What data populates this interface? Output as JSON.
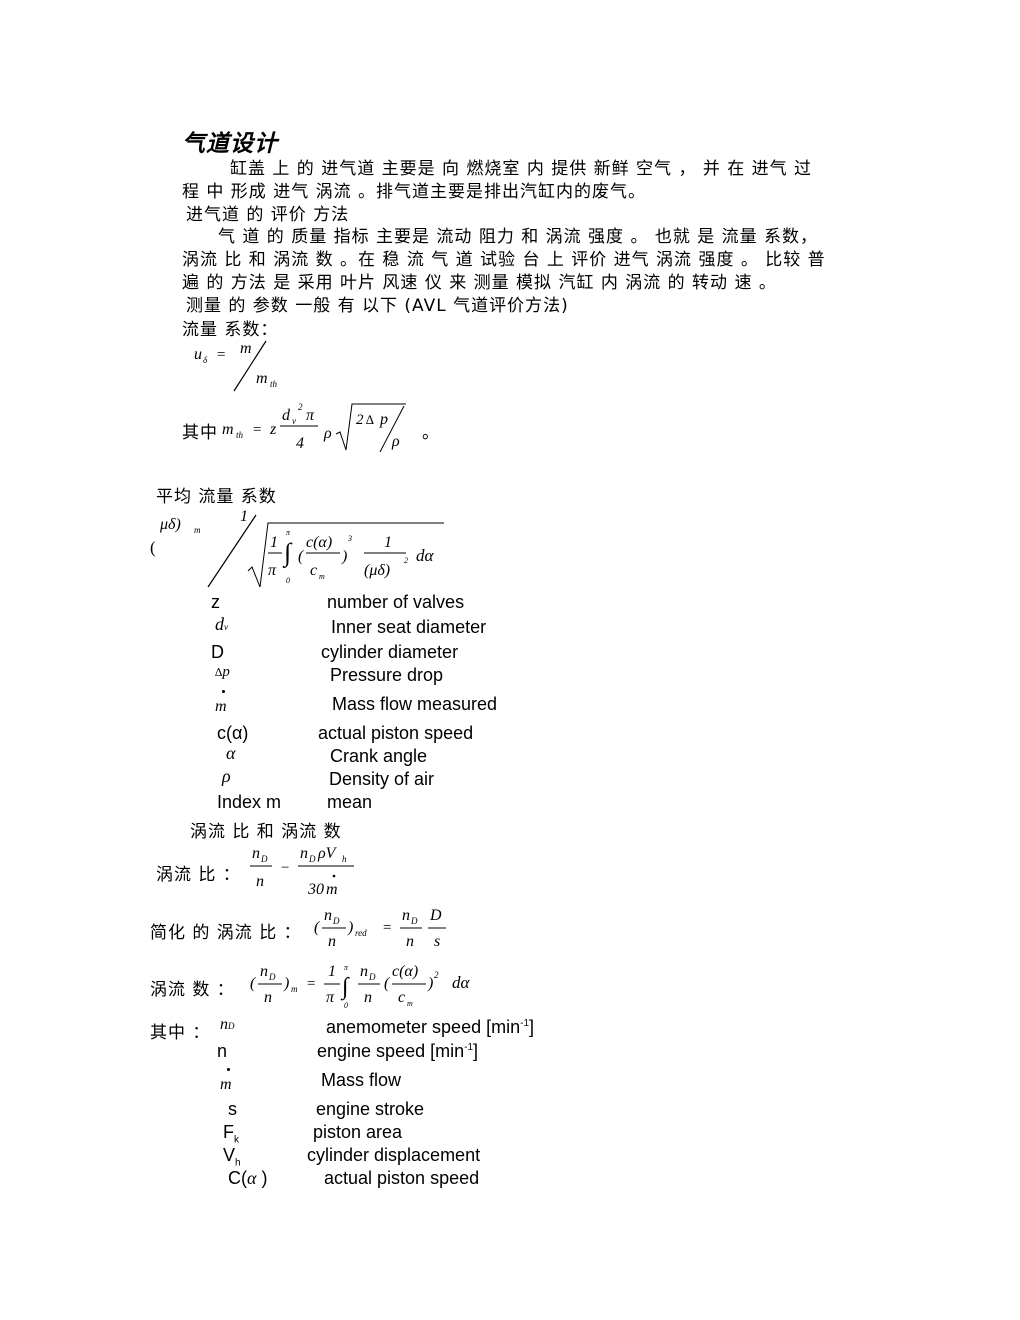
{
  "doc": {
    "title": "气道设计",
    "intro_line1": "缸盖 上 的 进气道 主要是 向 燃烧室 内 提供 新鲜 空气 ， 并 在 进气 过",
    "intro_line2": "程 中 形成 进气 涡流 。排气道主要是排出汽缸内的废气。",
    "eval_heading": "进气道 的 评价 方法",
    "eval_line1": "气 道 的 质量 指标 主要是 流动 阻力 和 涡流 强度 。 也就 是 流量 系数，",
    "eval_line2": "涡流 比 和 涡流 数 。在 稳 流 气 道 试验 台 上 评价 进气 涡流 强度 。 比较 普",
    "eval_line3": "遍 的 方法 是 采用 叶片 风速 仪 来 测量 模拟 汽缸 内 涡流 的 转动 速 。",
    "params_line": "测量 的 参数 一般 有 以下 (AVL 气道评价方法)",
    "flow_coef_label": "流量 系数：",
    "where_prefix": "其中",
    "period": "。",
    "avg_flow_label": "平均 流量 系数",
    "open_paren": "(",
    "swirl_heading": "涡流 比 和 涡流 数",
    "swirl_ratio_label": "涡流 比 ：",
    "simplified_swirl_label": "简化 的 涡流 比 ：",
    "swirl_number_label": "涡流 数 ：",
    "where_label2": "其中 ："
  },
  "legend1": [
    {
      "sym": "z",
      "desc": "number of valves"
    },
    {
      "sym": "D",
      "desc": "cylinder diameter"
    },
    {
      "desc": "Inner seat diameter"
    },
    {
      "desc": "Pressure drop"
    },
    {
      "desc": "Mass flow measured"
    },
    {
      "sym": "c(α)",
      "desc": "actual piston speed"
    },
    {
      "desc": "Crank angle"
    },
    {
      "desc": "Density of air"
    },
    {
      "sym": "Index m",
      "desc": "mean"
    }
  ],
  "legend2": [
    {
      "desc": "anemometer speed [min",
      "unit_sup": "-1",
      "tail": "]"
    },
    {
      "sym": "n",
      "desc": "engine speed  [min",
      "unit_sup": "-1",
      "tail": "]"
    },
    {
      "desc": "Mass flow"
    },
    {
      "sym": "s",
      "desc": "engine stroke"
    },
    {
      "sym": "F",
      "sym_sub": "k",
      "desc": "piston area"
    },
    {
      "sym": "V",
      "sym_sub": "h",
      "desc": "cylinder displacement"
    },
    {
      "sym": "C(",
      "sym_tail": " )",
      "desc": "actual piston speed"
    }
  ]
}
